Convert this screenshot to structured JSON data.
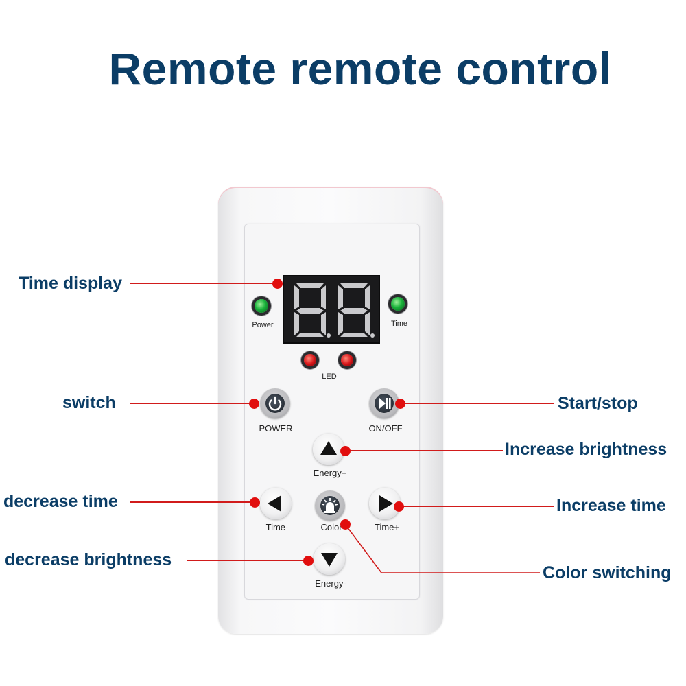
{
  "title": "Remote remote control",
  "display": {
    "digits": [
      "8.",
      "8."
    ]
  },
  "indicators": {
    "power_label": "Power",
    "time_label": "Time",
    "led_label": "LED"
  },
  "buttons": {
    "power": {
      "label": "POWER",
      "icon": "power-icon"
    },
    "onoff": {
      "label": "ON/OFF",
      "icon": "play-pause-icon"
    },
    "energy_plus": {
      "label": "Energy+",
      "icon": "triangle-up-icon"
    },
    "time_minus": {
      "label": "Time-",
      "icon": "triangle-left-icon"
    },
    "color": {
      "label": "Color",
      "icon": "beacon-icon"
    },
    "time_plus": {
      "label": "Time+",
      "icon": "triangle-right-icon"
    },
    "energy_minus": {
      "label": "Energy-",
      "icon": "triangle-down-icon"
    }
  },
  "callouts": {
    "time_display": "Time display",
    "switch": "switch",
    "start_stop": "Start/stop",
    "increase_brightness": "Increase brightness",
    "decrease_time": "decrease time",
    "increase_time": "Increase time",
    "decrease_brightness": "decrease brightness",
    "color_switching": "Color switching"
  },
  "colors": {
    "title": "#0b3d66",
    "callout_line": "#d11b1b",
    "segment_off": "#c9c9cc"
  }
}
